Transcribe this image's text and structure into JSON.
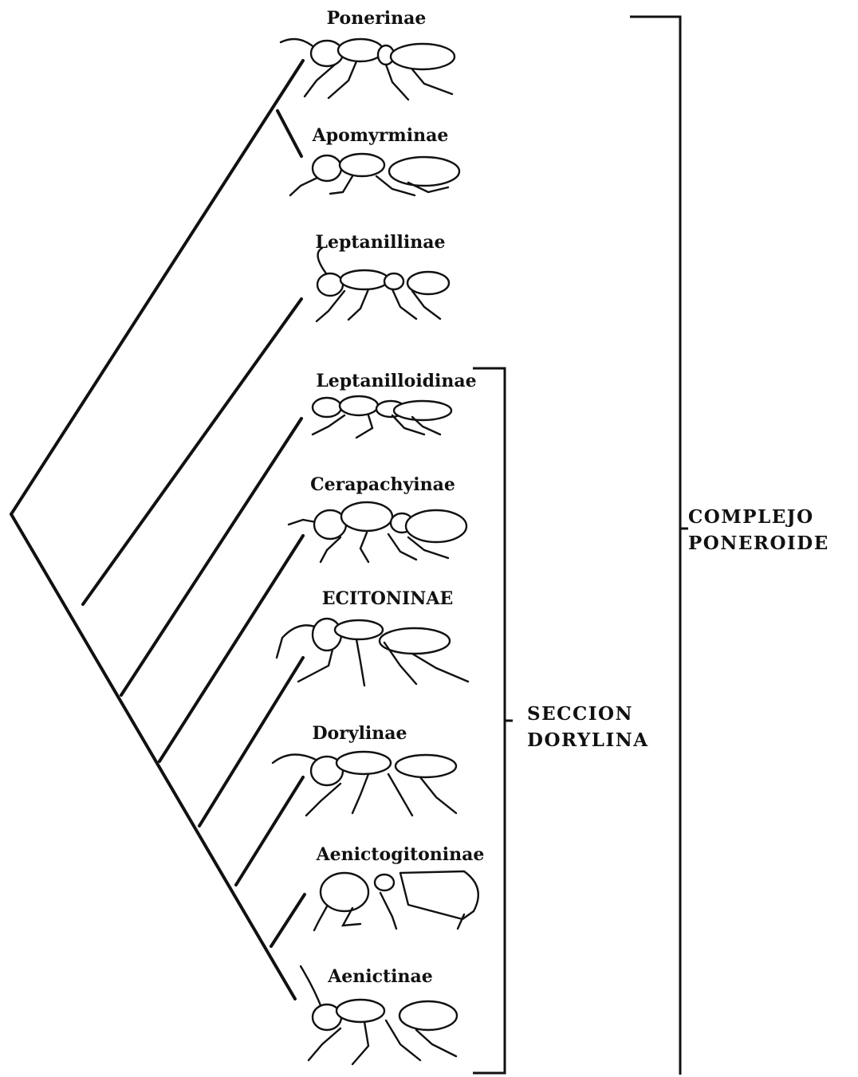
{
  "taxa": [
    {
      "name": "Ponerinae"
    },
    {
      "name": "Apomyrminae"
    },
    {
      "name": "Leptanillinae"
    },
    {
      "name": "Leptanilloidinae"
    },
    {
      "name": "Cerapachyinae"
    },
    {
      "name": "ECITONINAE"
    },
    {
      "name": "Dorylinae"
    },
    {
      "name": "Aenictogitoninae"
    },
    {
      "name": "Aenictinae"
    }
  ],
  "groups": {
    "seccion": {
      "line1": "SECCION",
      "line2": "DORYLINA"
    },
    "complejo": {
      "line1": "COMPLEJO",
      "line2": "PONEROIDE"
    }
  },
  "colors": {
    "ink": "#111111",
    "background": "#ffffff"
  }
}
